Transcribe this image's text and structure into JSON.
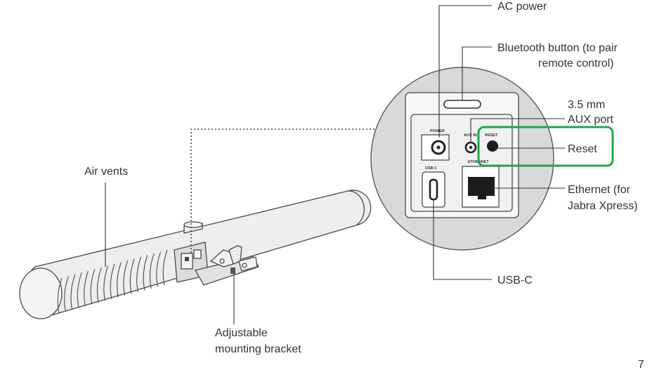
{
  "callouts": {
    "ac_power": "AC power",
    "bluetooth_line1": "Bluetooth button (to pair",
    "bluetooth_line2": "remote control)",
    "aux_line1": "3.5 mm",
    "aux_line2": "AUX port",
    "reset": "Reset",
    "ethernet_line1": "Ethernet (for",
    "ethernet_line2": "Jabra Xpress)",
    "usb_c": "USB-C",
    "air_vents": "Air vents",
    "bracket_line1": "Adjustable",
    "bracket_line2": "mounting bracket"
  },
  "port_labels": {
    "power": "POWER",
    "aux": "AUX IN",
    "reset": "RESET",
    "usb_c": "USB C",
    "ethernet": "ETHERNET"
  },
  "page_number": "7",
  "colors": {
    "highlight": "#1fa64a",
    "panel_circle": "#d9d9d9",
    "device_body": "#eeeeee",
    "line": "#333333"
  }
}
